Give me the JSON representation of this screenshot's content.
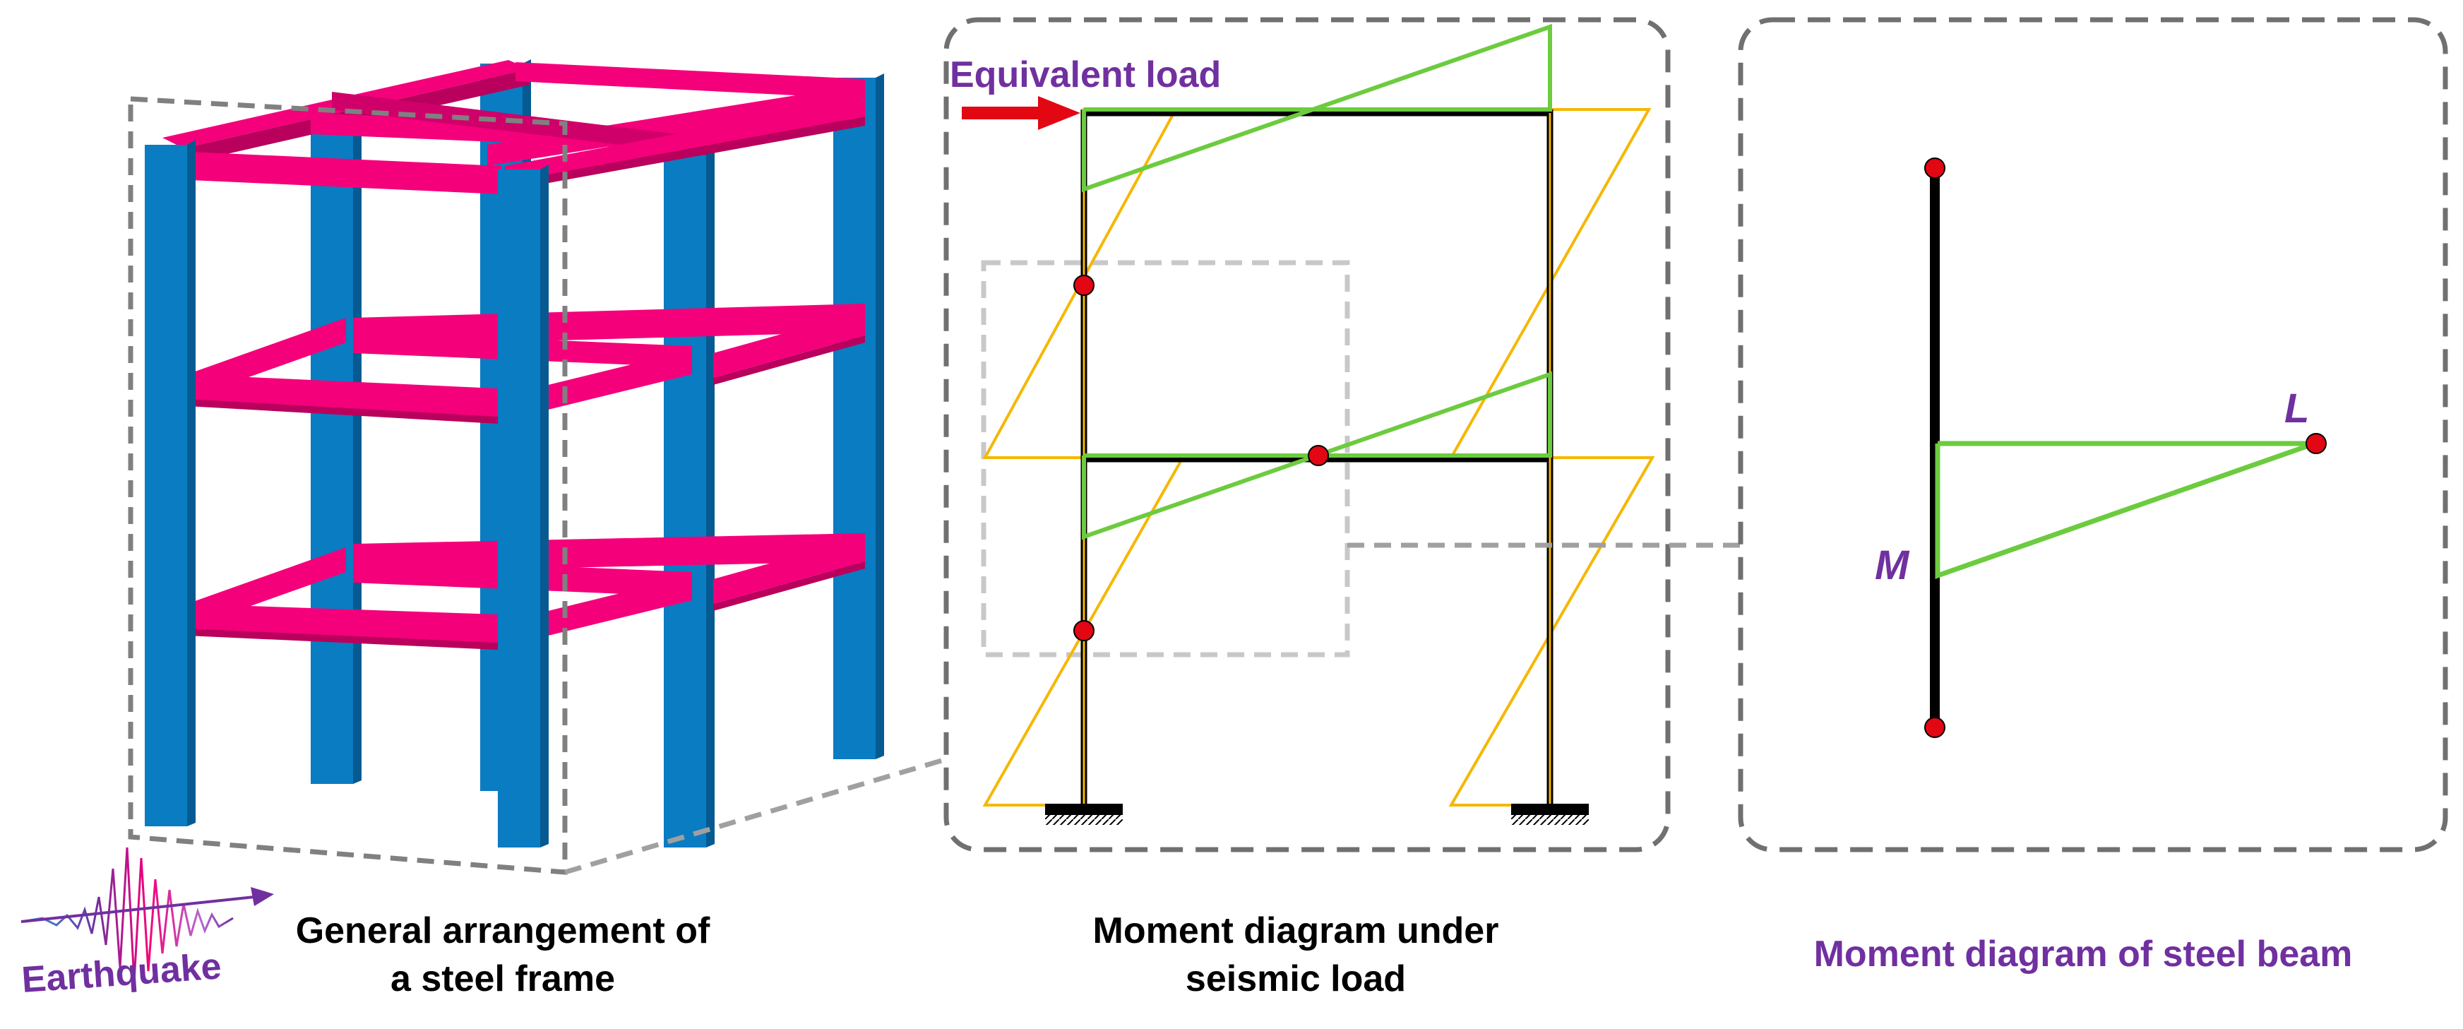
{
  "panels": {
    "frame": {
      "caption_line1": "General arrangement of",
      "caption_line2": "a steel frame"
    },
    "seismic": {
      "load_label": "Equivalent load",
      "caption_line1": "Moment diagram under",
      "caption_line2": "seismic load"
    },
    "beam": {
      "label_end_L": "L",
      "label_end_M": "M",
      "caption": "Moment diagram of steel beam"
    }
  },
  "earthquake_label": "Earthquake",
  "colors": {
    "column": "#0A7CC2",
    "beam": "#F4007A",
    "moment_beam": "#6CCB3E",
    "moment_column": "#F5B700",
    "hinge": "#E30613",
    "panel_border": "#707070",
    "detail_box": "#C8C8C8",
    "label_purple": "#7030A0",
    "arrow": "#E30613"
  }
}
